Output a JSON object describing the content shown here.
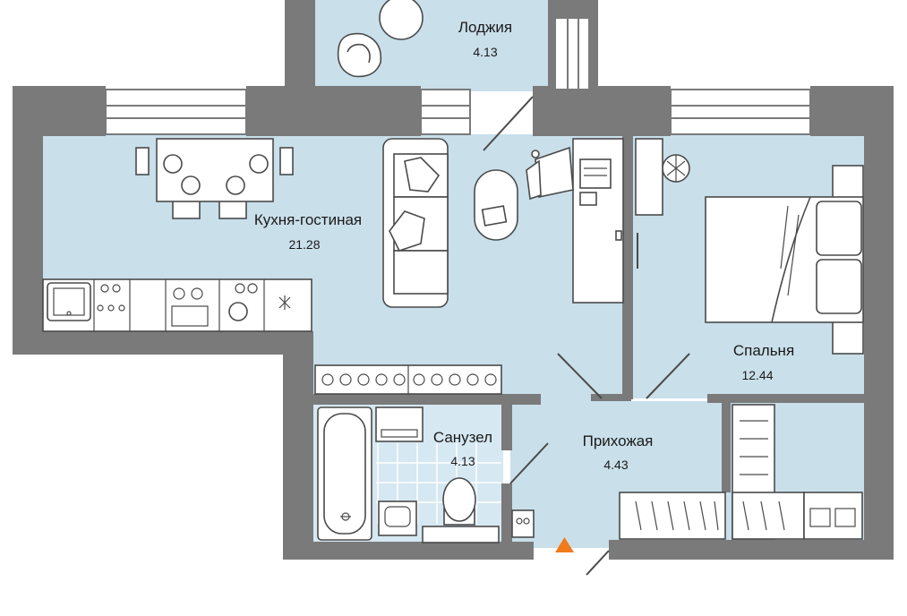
{
  "colors": {
    "wall": "#7a7a7a",
    "floor": "#c9dfea",
    "bath_floor": "#d6e8f2",
    "entry_marker": "#f07a1c",
    "furniture_stroke": "#4a4a4a"
  },
  "rooms": [
    {
      "name": "Лоджия",
      "area": "4.13"
    },
    {
      "name": "Кухня-гостиная",
      "area": "21.28"
    },
    {
      "name": "Спальня",
      "area": "12.44"
    },
    {
      "name": "Санузел",
      "area": "4.13"
    },
    {
      "name": "Прихожая",
      "area": "4.43"
    }
  ],
  "icons": {
    "entry_marker": "entrance-arrow-icon",
    "stove": "stove-icon",
    "sink": "sink-icon",
    "toilet": "toilet-icon",
    "bathtub": "bathtub-icon",
    "bed": "bed-icon",
    "sofa": "sofa-icon",
    "dining_table": "dining-table-icon",
    "desk": "desk-icon",
    "armchair": "armchair-icon"
  }
}
